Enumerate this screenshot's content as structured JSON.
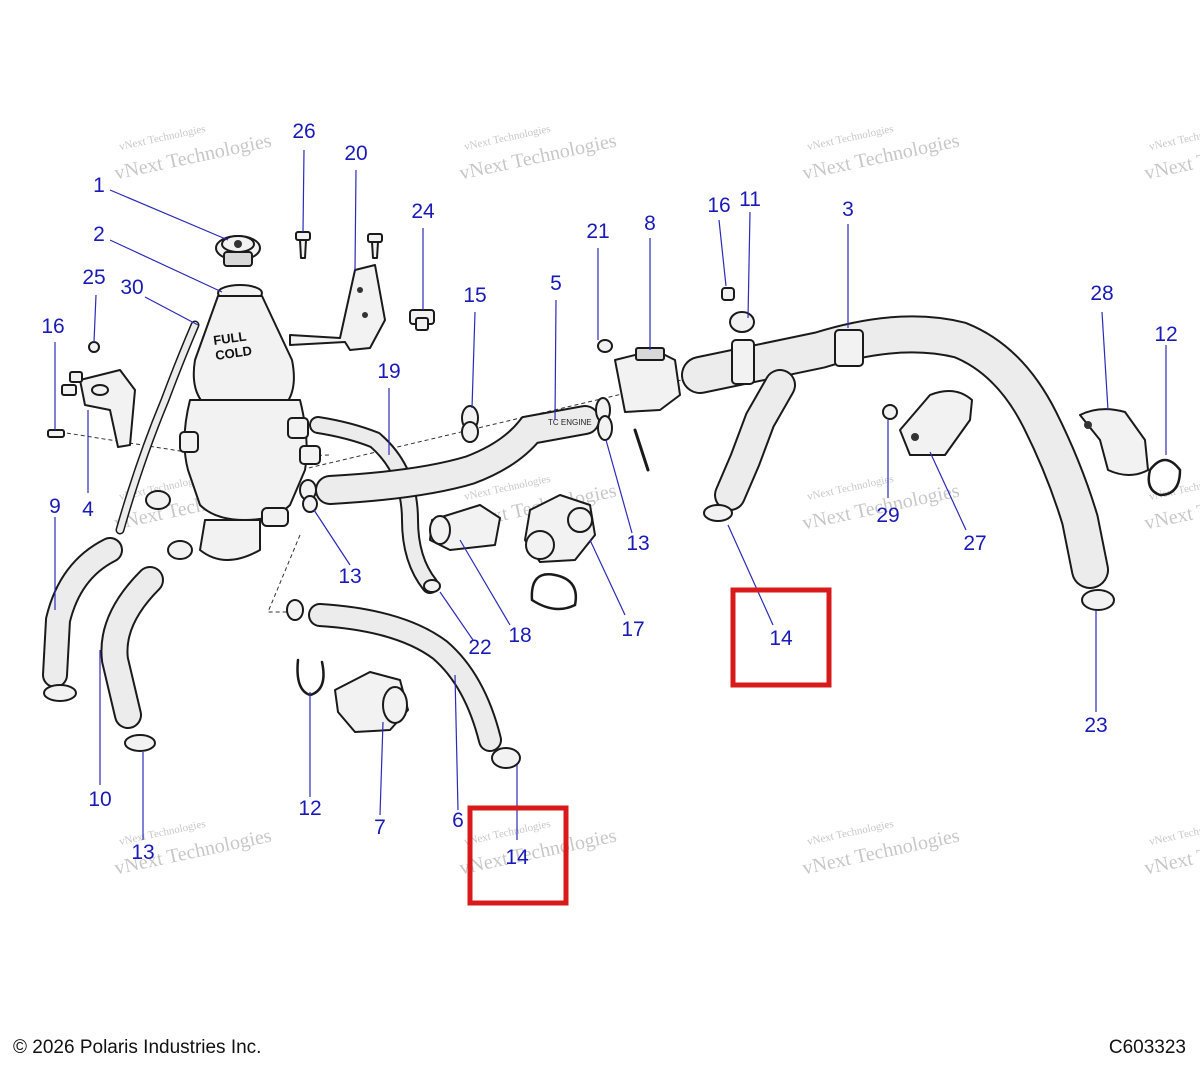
{
  "footer": {
    "copyright": "© 2026 Polaris Industries Inc.",
    "diagram_code": "C603323"
  },
  "watermark": {
    "line_small": "vNext Technologies",
    "line_big": "vNext Technologies"
  },
  "part_labels": {
    "tank_full": "FULL",
    "tank_cold": "COLD",
    "hose5_print": "TC ENGINE"
  },
  "highlight_color": "#d81a1a",
  "callout_color": "#1a1ab8",
  "callouts": {
    "c1": "1",
    "c2": "2",
    "c3": "3",
    "c4": "4",
    "c5": "5",
    "c6": "6",
    "c7": "7",
    "c8": "8",
    "c9": "9",
    "c10": "10",
    "c11": "11",
    "c12a": "12",
    "c12b": "12",
    "c13a": "13",
    "c13b": "13",
    "c13c": "13",
    "c14a": "14",
    "c14b": "14",
    "c15": "15",
    "c16a": "16",
    "c16b": "16",
    "c17": "17",
    "c18": "18",
    "c19": "19",
    "c20": "20",
    "c21": "21",
    "c22": "22",
    "c23": "23",
    "c24": "24",
    "c25": "25",
    "c26": "26",
    "c27": "27",
    "c28": "28",
    "c29": "29",
    "c30": "30"
  }
}
